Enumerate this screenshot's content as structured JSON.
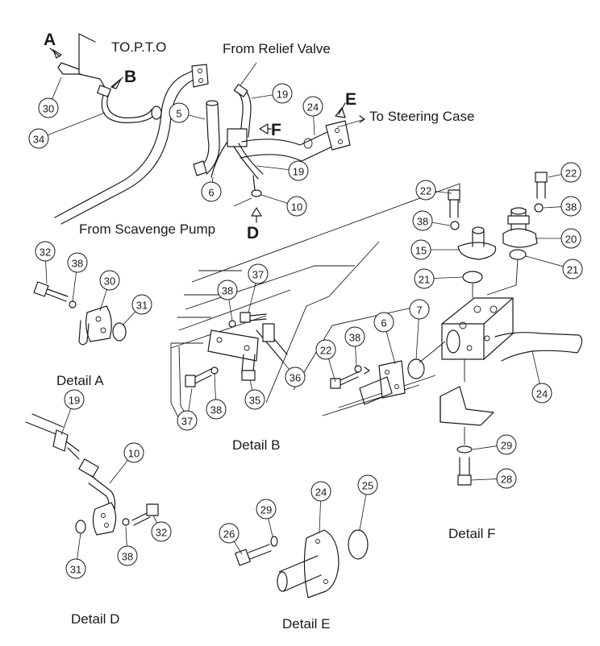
{
  "labels": {
    "to_pto": "TO.P.T.O",
    "from_relief": "From Relief Valve",
    "to_steering": "To Steering Case",
    "from_scavenge": "From Scavenge Pump"
  },
  "letters": {
    "a": "A",
    "b": "B",
    "d": "D",
    "e": "E",
    "f": "F"
  },
  "details": {
    "a": "Detail A",
    "b": "Detail B",
    "d": "Detail D",
    "e": "Detail E",
    "f": "Detail F"
  },
  "callouts": [
    "30",
    "34",
    "5",
    "6",
    "19",
    "19",
    "10",
    "24",
    "32",
    "38",
    "30",
    "31",
    "38",
    "37",
    "36",
    "35",
    "37",
    "38",
    "22",
    "38",
    "15",
    "21",
    "7",
    "6",
    "38",
    "22",
    "22",
    "38",
    "20",
    "21",
    "24",
    "29",
    "28",
    "19",
    "10",
    "32",
    "38",
    "31",
    "26",
    "29",
    "24",
    "25"
  ]
}
